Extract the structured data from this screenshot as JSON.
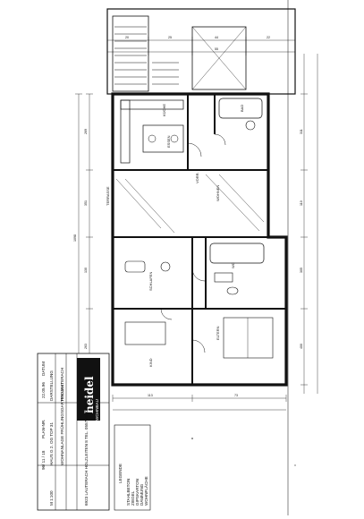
{
  "plan": {
    "orientation": "rotated-90-ccw",
    "rooms": [
      {
        "id": "kueche",
        "label": "KÜCHE"
      },
      {
        "id": "essen",
        "label": "ESSEN"
      },
      {
        "id": "wohnen",
        "label": "WOHNEN"
      },
      {
        "id": "terrasse",
        "label": "TERRASSE"
      },
      {
        "id": "bad",
        "label": "BAD"
      },
      {
        "id": "schlafen",
        "label": "SCHLAFEN"
      },
      {
        "id": "eltern",
        "label": "ELTERN"
      },
      {
        "id": "kind",
        "label": "KIND"
      },
      {
        "id": "wc",
        "label": "WC"
      },
      {
        "id": "vorraum",
        "label": "VORR."
      }
    ],
    "dimensions": [
      "269",
      "351",
      "130",
      "263",
      "311",
      "110",
      "1098",
      "20",
      "25",
      "44",
      "113",
      "73",
      "305",
      "400",
      "22",
      "55"
    ]
  },
  "title_block": {
    "brand": "heidel",
    "brand_sub": "WOHNBAU",
    "project_label": "PROJEKT",
    "project_value": "WOHNANLAGE  FRÜHLINGSGARTEN LAUTERACH",
    "drawing_label": "DARSTELLUNG",
    "drawing_value": "HAUS  G     2. OG       TOP  31",
    "scale_value": "M 1:100",
    "date_label": "DATUM",
    "date_value": "22.05.96",
    "plan_no_label": "PLAN-NR.",
    "plan_no_value": "96/ 11 / 18",
    "address": "6923 LAUTERACH  HOLZLEITEN 8  TEL. 05574/82058",
    "legend_title": "LEGENDE",
    "legend_items": [
      "STAHLBETON",
      "ZIEGEL",
      "GIPSKARTON",
      "DÄMMUNG",
      "WOHNFLÄCHE"
    ]
  }
}
